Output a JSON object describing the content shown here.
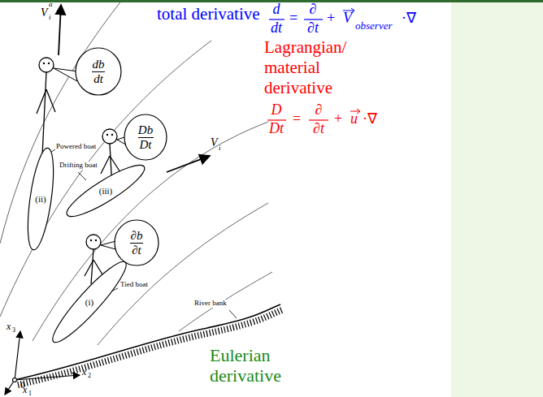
{
  "diagram": {
    "nodes": [
      {
        "text": [
          "db",
          "dt"
        ]
      },
      {
        "text": [
          "(ii)"
        ]
      },
      {
        "text": [
          "Db",
          "Dt"
        ]
      },
      {
        "text": [
          "(iii)"
        ]
      },
      {
        "text": [
          "∂b",
          "∂t"
        ]
      },
      {
        "text": [
          "(i)"
        ]
      }
    ],
    "labels": [
      "total derivative",
      "d",
      "dt",
      "=",
      "∂",
      "∂t",
      "+",
      "V",
      "observer",
      "·∇",
      "Lagrangian/",
      "material",
      "derivative",
      "D",
      "Dt",
      "=",
      "∂",
      "∂t",
      "+",
      "u",
      "·∇",
      "Eulerian",
      "derivative",
      "V",
      "i",
      "a",
      "Powered boat",
      "Drifting boat",
      "V",
      "i",
      "Tied boat",
      "River bank",
      "x",
      "3",
      "x",
      "2",
      "x",
      "1",
      "0"
    ]
  }
}
